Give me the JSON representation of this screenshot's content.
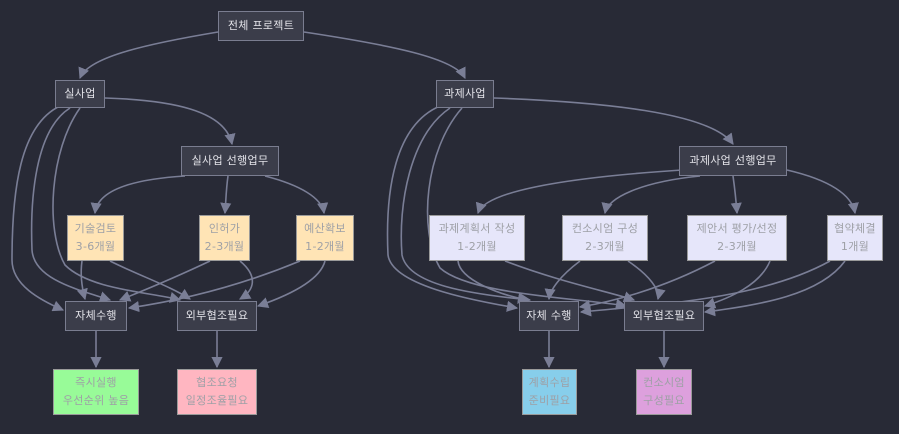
{
  "nodes": {
    "root": {
      "label": "전체 프로젝트"
    },
    "sil": {
      "label": "실사업"
    },
    "gwa": {
      "label": "과제사업"
    },
    "sil_pre": {
      "label": "실사업 선행업무"
    },
    "gwa_pre": {
      "label": "과제사업 선행업무"
    },
    "tech": {
      "line1": "기술검토",
      "line2": "3-6개월"
    },
    "permit": {
      "line1": "인허가",
      "line2": "2-3개월"
    },
    "budget": {
      "line1": "예산확보",
      "line2": "1-2개월"
    },
    "plan": {
      "line1": "과제계획서 작성",
      "line2": "1-2개월"
    },
    "consort": {
      "line1": "컨소시엄 구성",
      "line2": "2-3개월"
    },
    "proposal": {
      "line1": "제안서 평가/선정",
      "line2": "2-3개월"
    },
    "agreement": {
      "line1": "협약체결",
      "line2": "1개월"
    },
    "sil_self": {
      "label": "자체수행"
    },
    "sil_ext": {
      "label": "외부협조필요"
    },
    "gwa_self": {
      "label": "자체 수행"
    },
    "gwa_ext": {
      "label": "외부협조필요"
    },
    "sil_self_out": {
      "line1": "즉시실행",
      "line2": "우선순위 높음"
    },
    "sil_ext_out": {
      "line1": "협조요청",
      "line2": "일정조율필요"
    },
    "gwa_self_out": {
      "line1": "계획수립",
      "line2": "준비필요"
    },
    "gwa_ext_out": {
      "line1": "컨소시엄",
      "line2": "구성필요"
    }
  },
  "colors": {
    "background": "#282a36",
    "edge": "#7a7e96",
    "node_dark": "#3b3d4a",
    "yellow": "#ffe4b5",
    "lavender": "#e6e6fa",
    "green": "#98fb98",
    "pink": "#ffb6c1",
    "blue": "#87ceeb",
    "violet": "#dda0dd"
  }
}
